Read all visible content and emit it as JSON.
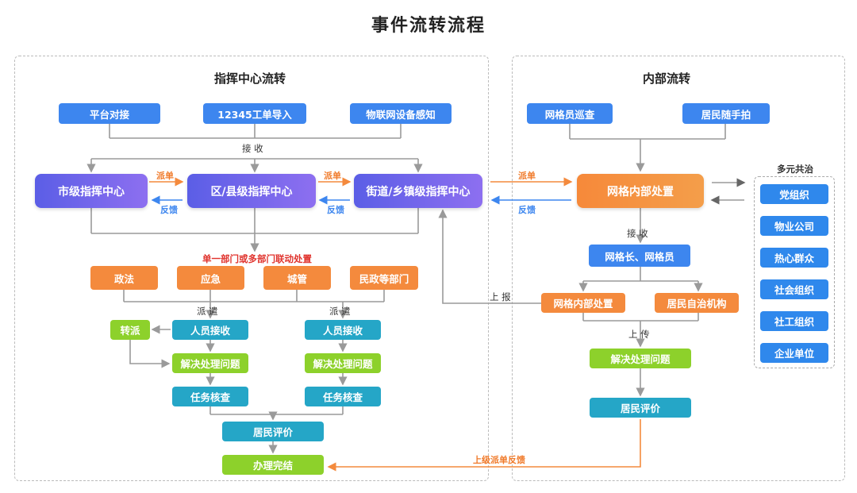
{
  "title": "事件流转流程",
  "left_panel": {
    "title": "指挥中心流转",
    "sources": [
      "平台对接",
      "12345工单导入",
      "物联网设备感知"
    ],
    "receive": "接  收",
    "centers": [
      "市级指挥中心",
      "区/县级指挥中心",
      "街道/乡镇级指挥中心"
    ],
    "dispatch_label": "派单",
    "feedback_label": "反馈",
    "linkage_label": "单一部门或多部门联动处置",
    "departments": [
      "政法",
      "应急",
      "城管",
      "民政等部门"
    ],
    "dispatch_labels": [
      "派  遣",
      "派  遣"
    ],
    "transfer": "转派",
    "flow_a": [
      "人员接收",
      "解决处理问题",
      "任务核查"
    ],
    "flow_b": [
      "人员接收",
      "解决处理问题",
      "任务核查"
    ],
    "evaluation": "居民评价",
    "completed": "办理完结"
  },
  "right_panel": {
    "title": "内部流转",
    "sources": [
      "网格员巡查",
      "居民随手拍"
    ],
    "internal": "网格内部处置",
    "dispatch_label": "派单",
    "feedback_label": "反馈",
    "receive": "接  收",
    "grid_staff": "网格长、网格员",
    "split": [
      "网格内部处置",
      "居民自治机构"
    ],
    "report_label": "上  报",
    "upload_label": "上  传",
    "solve": "解决处理问题",
    "evaluation": "居民评价",
    "superior_feedback": "上级派单反馈",
    "coop_title": "多元共治",
    "coop_items": [
      "党组织",
      "物业公司",
      "热心群众",
      "社会组织",
      "社工组织",
      "企业单位"
    ]
  },
  "colors": {
    "blue": "#3d86ef",
    "purple": "#6a63ea",
    "orange": "#f48a3d",
    "teal": "#25a6c7",
    "green": "#8dd12b",
    "red_label": "#e0332d",
    "line": "#9a9a9a"
  }
}
